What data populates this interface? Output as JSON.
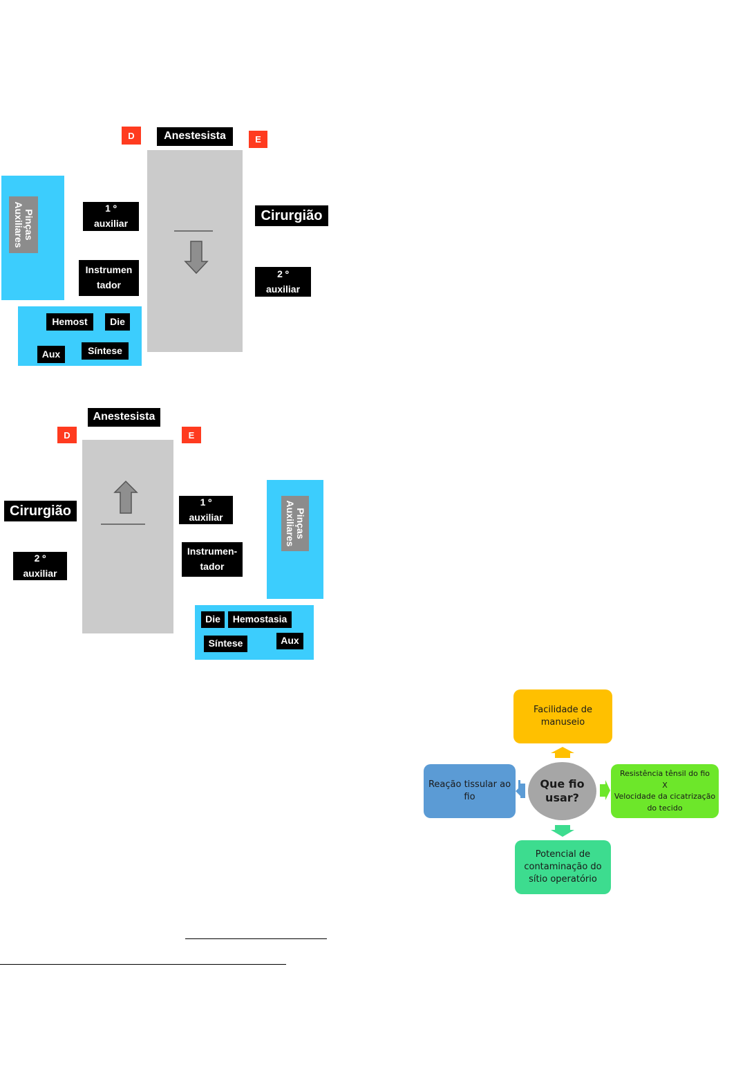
{
  "diagram1": {
    "marker_d": "D",
    "marker_e": "E",
    "anesthetist": "Anestesista",
    "surgeon": "Cirurgião",
    "first_assistant": "1 º\nauxiliar",
    "second_assistant": "2 º\nauxiliar",
    "instrumentator": "Instrumen\ntador",
    "aux_forceps": "Pinças\nAuxiliares",
    "hemost": "Hemost",
    "die": "Die",
    "aux": "Aux",
    "sintese": "Síntese"
  },
  "diagram2": {
    "marker_d": "D",
    "marker_e": "E",
    "anesthetist": "Anestesista",
    "surgeon": "Cirurgião",
    "first_assistant": "1 º\nauxiliar",
    "second_assistant": "2 º\nauxiliar",
    "instrumentator": "Instrumen-\ntador",
    "aux_forceps": "Pinças\nAuxiliares",
    "die": "Die",
    "hemostasia": "Hemostasia",
    "sintese": "Síntese",
    "aux": "Aux"
  },
  "mindmap": {
    "center": "Que fio\nusar?",
    "top": "Facilidade de\nmanuseio",
    "left": "Reação tissular ao\nfio",
    "right": "Resistência tênsil do fio\nX\nVelocidade da cicatrização\ndo tecido",
    "bottom": "Potencial de\ncontaminação do\nsítio operatório",
    "colors": {
      "top": "#ffc000",
      "left": "#5b9bd5",
      "right": "#6de72a",
      "bottom": "#3ddc8f",
      "center": "#a6a6a6"
    }
  }
}
